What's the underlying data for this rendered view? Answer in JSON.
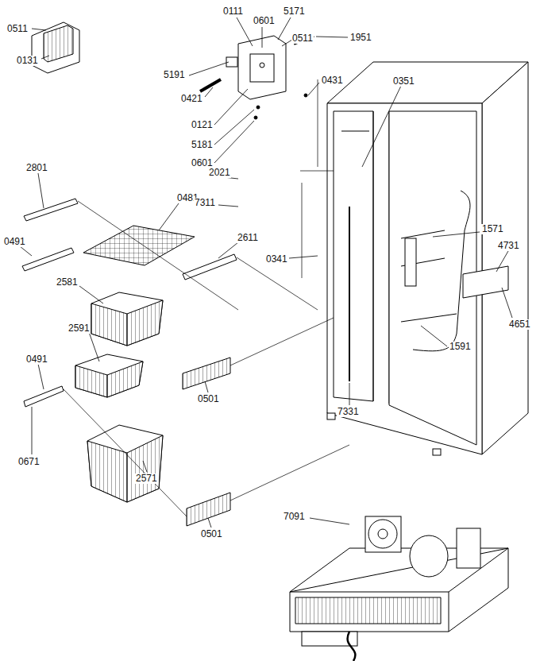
{
  "diagram": {
    "labels": [
      "0511",
      "0131",
      "0111",
      "0601",
      "5171",
      "0511",
      "1951",
      "5191",
      "0421",
      "0121",
      "5181",
      "0601",
      "0431",
      "0351",
      "2801",
      "0481",
      "2021",
      "7311",
      "0491",
      "2611",
      "0341",
      "1571",
      "4731",
      "2581",
      "4651",
      "2591",
      "1591",
      "0501",
      "0491",
      "7331",
      "0671",
      "2571",
      "0501",
      "7091"
    ]
  }
}
